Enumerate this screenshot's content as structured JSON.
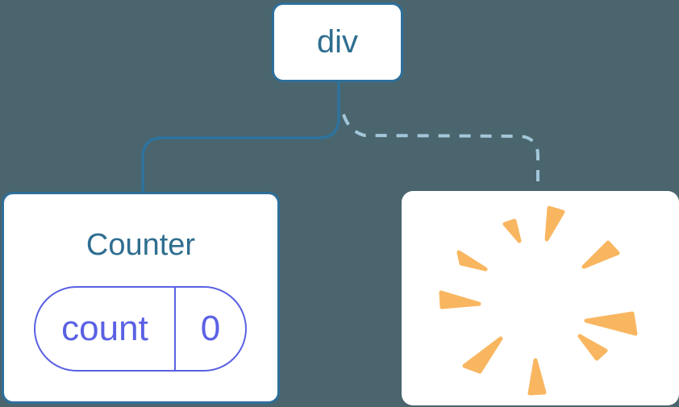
{
  "colors": {
    "bg": "#4a656e",
    "box_bg": "#ffffff",
    "box_border": "#2e6f9a",
    "node_text": "#2f6e90",
    "solid_line": "#2e739e",
    "dashed_line": "#a3c6d9",
    "indigo": "#5a61e3",
    "poof": "#f9b660"
  },
  "diagram": {
    "root": {
      "label": "div"
    },
    "children": [
      {
        "label": "Counter",
        "connector": "solid",
        "state": {
          "name": "count",
          "value": "0"
        }
      },
      {
        "label": "",
        "connector": "dashed",
        "icon": "poof-icon"
      }
    ]
  }
}
